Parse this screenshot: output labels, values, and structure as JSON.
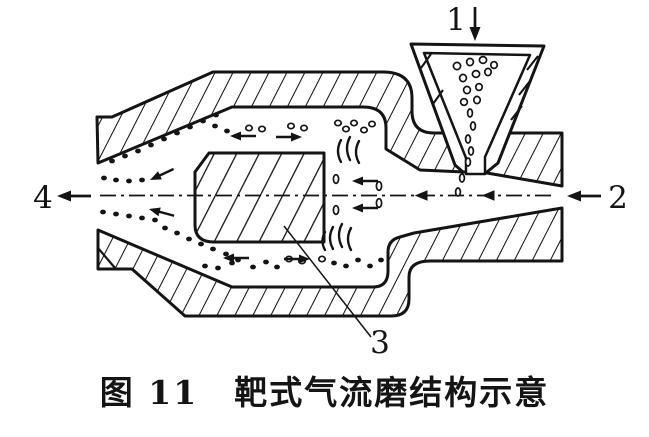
{
  "figure": {
    "caption": {
      "number": "图 11",
      "title": "靶式气流磨结构示意"
    },
    "part_labels": {
      "feed_inlet": "1",
      "gas_inlet": "2",
      "target_block": "3",
      "discharge_outlet": "4"
    }
  },
  "colors": {
    "ink": "#141414",
    "background": "#ffffff"
  }
}
